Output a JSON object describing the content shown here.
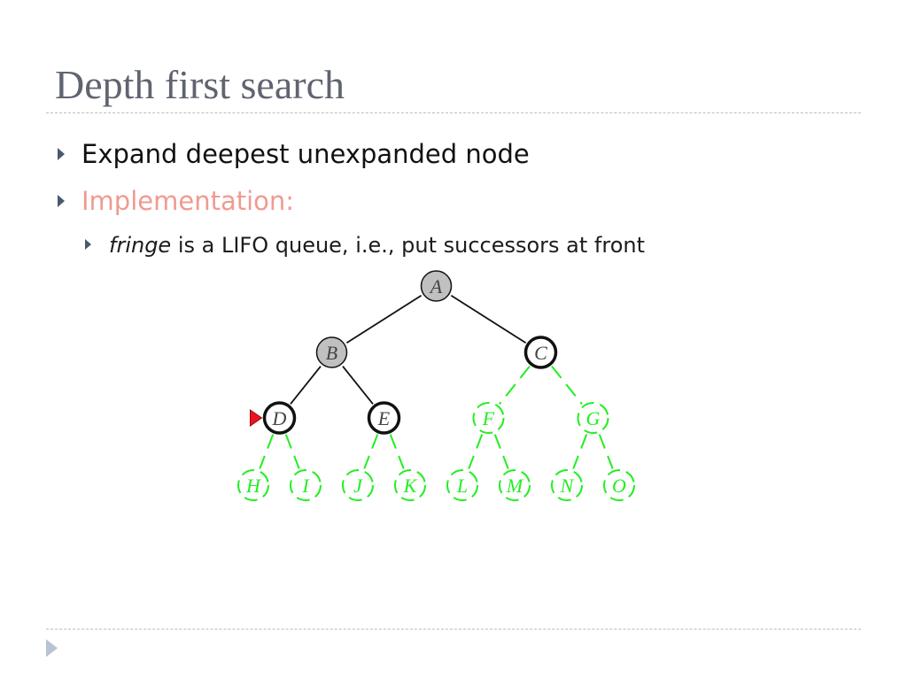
{
  "slide": {
    "title": "Depth first search",
    "bullets": [
      {
        "text": "Expand deepest unexpanded node"
      },
      {
        "text": "Implementation:"
      },
      {
        "em": "fringe",
        "text": " is a LIFO queue, i.e., put successors at front"
      }
    ]
  },
  "colors": {
    "title": "#5f6470",
    "implementation": "#f09a92",
    "expanded_fill": "#c0c0c0",
    "fringe_fill": "#ffffff",
    "unexplored": "#22ee22",
    "current_marker": "#e8141e"
  },
  "tree": {
    "nodes": [
      {
        "id": "A",
        "label": "A",
        "depth": 0,
        "state": "expanded"
      },
      {
        "id": "B",
        "label": "B",
        "depth": 1,
        "state": "expanded"
      },
      {
        "id": "C",
        "label": "C",
        "depth": 1,
        "state": "fringe"
      },
      {
        "id": "D",
        "label": "D",
        "depth": 2,
        "state": "fringe",
        "current": true
      },
      {
        "id": "E",
        "label": "E",
        "depth": 2,
        "state": "fringe"
      },
      {
        "id": "F",
        "label": "F",
        "depth": 2,
        "state": "unexplored"
      },
      {
        "id": "G",
        "label": "G",
        "depth": 2,
        "state": "unexplored"
      },
      {
        "id": "H",
        "label": "H",
        "depth": 3,
        "state": "unexplored"
      },
      {
        "id": "I",
        "label": "I",
        "depth": 3,
        "state": "unexplored"
      },
      {
        "id": "J",
        "label": "J",
        "depth": 3,
        "state": "unexplored"
      },
      {
        "id": "K",
        "label": "K",
        "depth": 3,
        "state": "unexplored"
      },
      {
        "id": "L",
        "label": "L",
        "depth": 3,
        "state": "unexplored"
      },
      {
        "id": "M",
        "label": "M",
        "depth": 3,
        "state": "unexplored"
      },
      {
        "id": "N",
        "label": "N",
        "depth": 3,
        "state": "unexplored"
      },
      {
        "id": "O",
        "label": "O",
        "depth": 3,
        "state": "unexplored"
      }
    ],
    "edges": [
      {
        "from": "A",
        "to": "B",
        "state": "explored"
      },
      {
        "from": "A",
        "to": "C",
        "state": "explored"
      },
      {
        "from": "B",
        "to": "D",
        "state": "explored"
      },
      {
        "from": "B",
        "to": "E",
        "state": "explored"
      },
      {
        "from": "C",
        "to": "F",
        "state": "unexplored"
      },
      {
        "from": "C",
        "to": "G",
        "state": "unexplored"
      },
      {
        "from": "D",
        "to": "H",
        "state": "unexplored"
      },
      {
        "from": "D",
        "to": "I",
        "state": "unexplored"
      },
      {
        "from": "E",
        "to": "J",
        "state": "unexplored"
      },
      {
        "from": "E",
        "to": "K",
        "state": "unexplored"
      },
      {
        "from": "F",
        "to": "L",
        "state": "unexplored"
      },
      {
        "from": "F",
        "to": "M",
        "state": "unexplored"
      },
      {
        "from": "G",
        "to": "N",
        "state": "unexplored"
      },
      {
        "from": "G",
        "to": "O",
        "state": "unexplored"
      }
    ]
  }
}
